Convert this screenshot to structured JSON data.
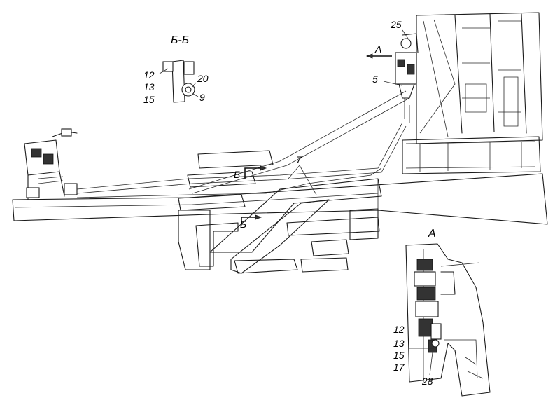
{
  "section_label": "Б-Б",
  "view_label": "А",
  "view_arrow_label": "А",
  "section_arrow_top": "Б",
  "section_arrow_bottom": "Б",
  "callouts": {
    "c25": "25",
    "c5": "5",
    "c7": "7",
    "c12a": "12",
    "c13a": "13",
    "c15a": "15",
    "c20": "20",
    "c9": "9",
    "c12b": "12",
    "c13b": "13",
    "c15b": "15",
    "c17": "17",
    "c28": "28"
  }
}
